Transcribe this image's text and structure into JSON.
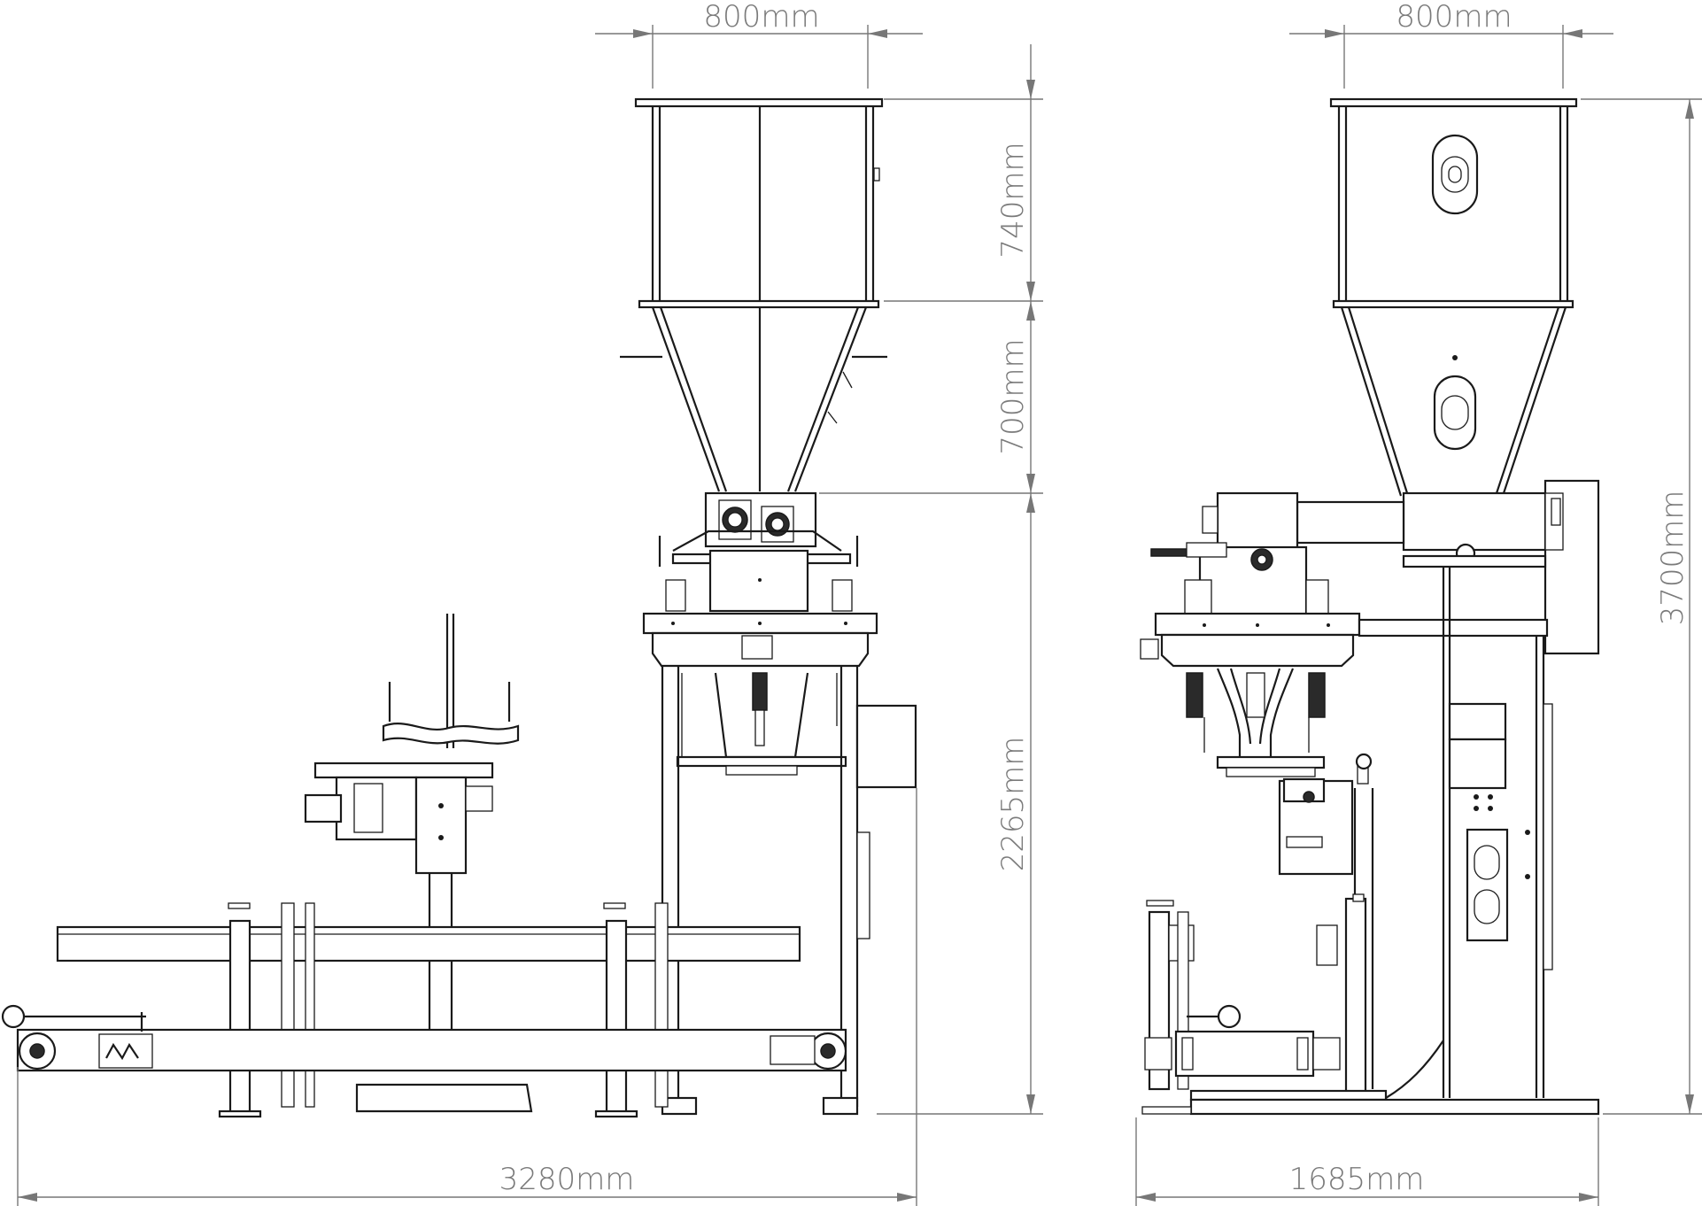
{
  "dimensions": {
    "front_hopper_width": "800mm",
    "side_hopper_width": "800mm",
    "upper_hopper_height": "740mm",
    "cone_height": "700mm",
    "base_height": "2265mm",
    "total_height": "3700mm",
    "front_total_length": "3280mm",
    "side_total_depth": "1685mm"
  },
  "colors": {
    "line": "#1a1a1a",
    "dimension": "#777777",
    "background": "#ffffff"
  }
}
